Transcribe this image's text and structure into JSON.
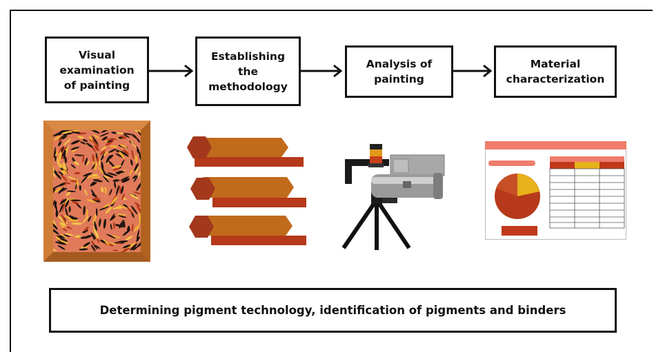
{
  "steps": [
    {
      "label": "Visual\nexamination\nof painting"
    },
    {
      "label": "Establishing\nthe\nmethodology"
    },
    {
      "label": "Analysis of\npainting"
    },
    {
      "label": "Material\ncharacterization"
    }
  ],
  "conclusion": {
    "label": "Determining pigment technology, identification of pigments and binders"
  },
  "illustrations": [
    {
      "icon": "framed-painting-icon"
    },
    {
      "icon": "methodology-steps-icon"
    },
    {
      "icon": "xrf-analyzer-on-tripod-icon"
    },
    {
      "icon": "results-dashboard-icon"
    }
  ],
  "colors": {
    "frame_brown": "#c0702c",
    "orange": "#e8873a",
    "rust": "#b5391a",
    "gold": "#e8b21a",
    "salmon": "#ef7d6c",
    "dark": "#111111"
  }
}
